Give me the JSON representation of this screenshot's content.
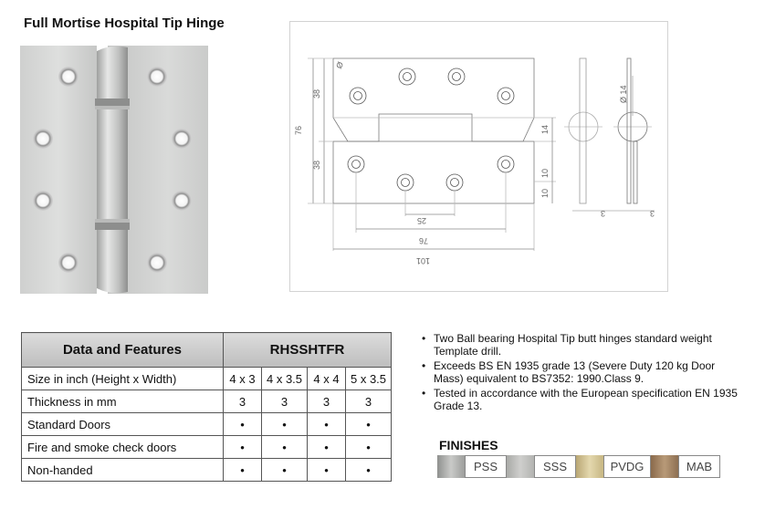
{
  "title": "Full Mortise Hospital Tip Hinge",
  "drawing": {
    "dims": {
      "height_total": "76",
      "top_leaf": "38",
      "bottom_leaf": "38",
      "hole_dia": "Ø",
      "knuckle_dia": "Ø 14",
      "tip_14": "14",
      "gap_10": "10",
      "edge_10": "10",
      "hole_spacing": "25",
      "width_76": "76",
      "width_101": "101",
      "thick_a": "3",
      "thick_b": "3"
    }
  },
  "table": {
    "header_features": "Data and Features",
    "header_model": "RHSSHTFR",
    "rows": [
      {
        "label": "Size in inch (Height x Width)",
        "values": [
          "4 x 3",
          "4 x 3.5",
          "4 x 4",
          "5 x 3.5"
        ]
      },
      {
        "label": "Thickness in mm",
        "values": [
          "3",
          "3",
          "3",
          "3"
        ]
      },
      {
        "label": "Standard Doors",
        "values": [
          "•",
          "•",
          "•",
          "•"
        ]
      },
      {
        "label": "Fire and smoke check doors",
        "values": [
          "•",
          "•",
          "•",
          "•"
        ]
      },
      {
        "label": "Non-handed",
        "values": [
          "•",
          "•",
          "•",
          "•"
        ]
      }
    ]
  },
  "bullets": [
    "Two Ball bearing Hospital Tip butt hinges standard weight Template drill.",
    "Exceeds BS EN 1935 grade 13 (Severe Duty 120 kg Door Mass) equivalent to BS7352: 1990.Class 9.",
    "Tested in accordance with the European specification EN 1935 Grade 13."
  ],
  "finishes": {
    "title": "FINISHES",
    "items": [
      {
        "label": "PSS",
        "color": "#a8a9a6"
      },
      {
        "label": "SSS",
        "color": "#b7b7b4"
      },
      {
        "label": "PVDG",
        "color": "#c9b98a"
      },
      {
        "label": "MAB",
        "color": "#9b7b5c"
      }
    ]
  }
}
